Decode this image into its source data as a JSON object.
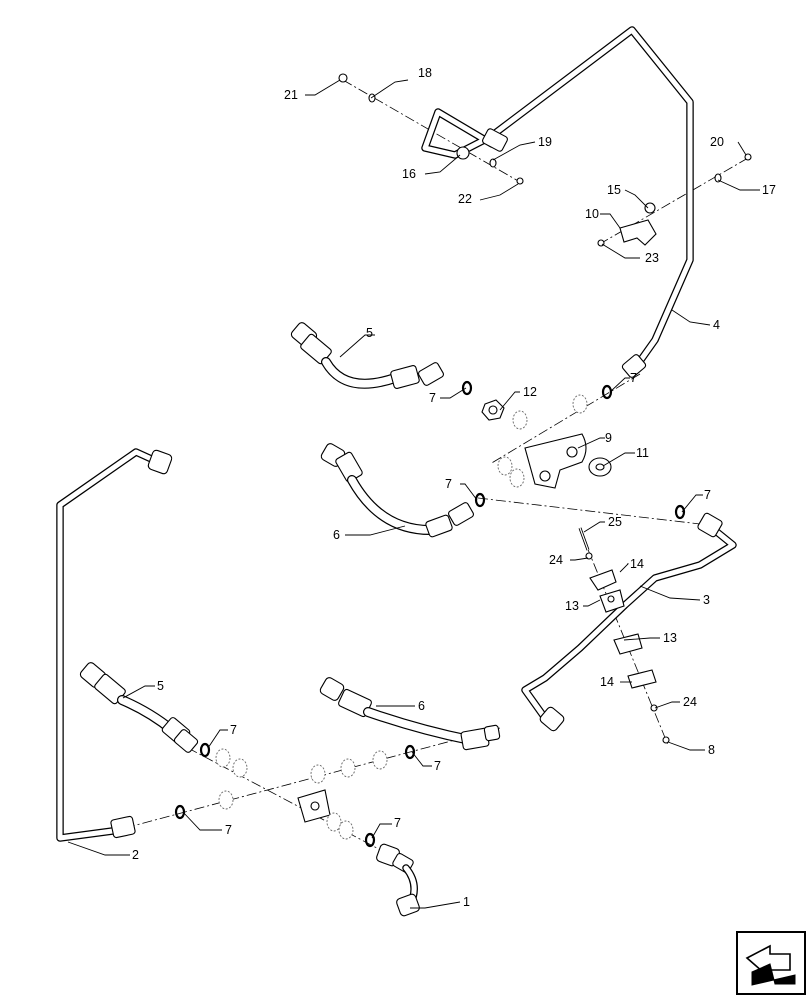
{
  "callouts": {
    "c1": "1",
    "c2": "2",
    "c3": "3",
    "c4": "4",
    "c5a": "5",
    "c5b": "5",
    "c6a": "6",
    "c6b": "6",
    "c7a": "7",
    "c7b": "7",
    "c7c": "7",
    "c7d": "7",
    "c7e": "7",
    "c7f": "7",
    "c7g": "7",
    "c8": "8",
    "c9": "9",
    "c10": "10",
    "c11": "11",
    "c12": "12",
    "c13a": "13",
    "c13b": "13",
    "c14a": "14",
    "c14b": "14",
    "c15": "15",
    "c16": "16",
    "c17": "17",
    "c18": "18",
    "c19": "19",
    "c20": "20",
    "c21": "21",
    "c22": "22",
    "c23": "23",
    "c24a": "24",
    "c24b": "24",
    "c25": "25"
  },
  "icons": {
    "nav": "navigation-arrow-icon"
  }
}
